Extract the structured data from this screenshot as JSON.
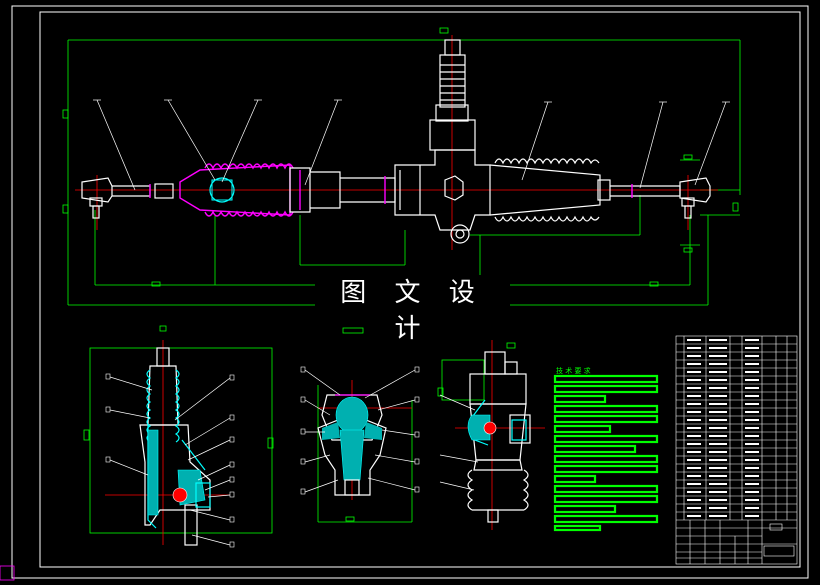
{
  "drawing": {
    "watermark": "图 文 设 计",
    "notes_title": "技 术 要 求",
    "colors": {
      "background": "#000000",
      "frame": "#ffffff",
      "dimension": "#00ff00",
      "outline": "#ffffff",
      "boot": "#ff00ff",
      "centerline": "#ff0000",
      "section": "#00ffff"
    },
    "views": [
      "main-assembly-view",
      "pinion-section-view",
      "ball-joint-section-view",
      "side-view"
    ]
  }
}
